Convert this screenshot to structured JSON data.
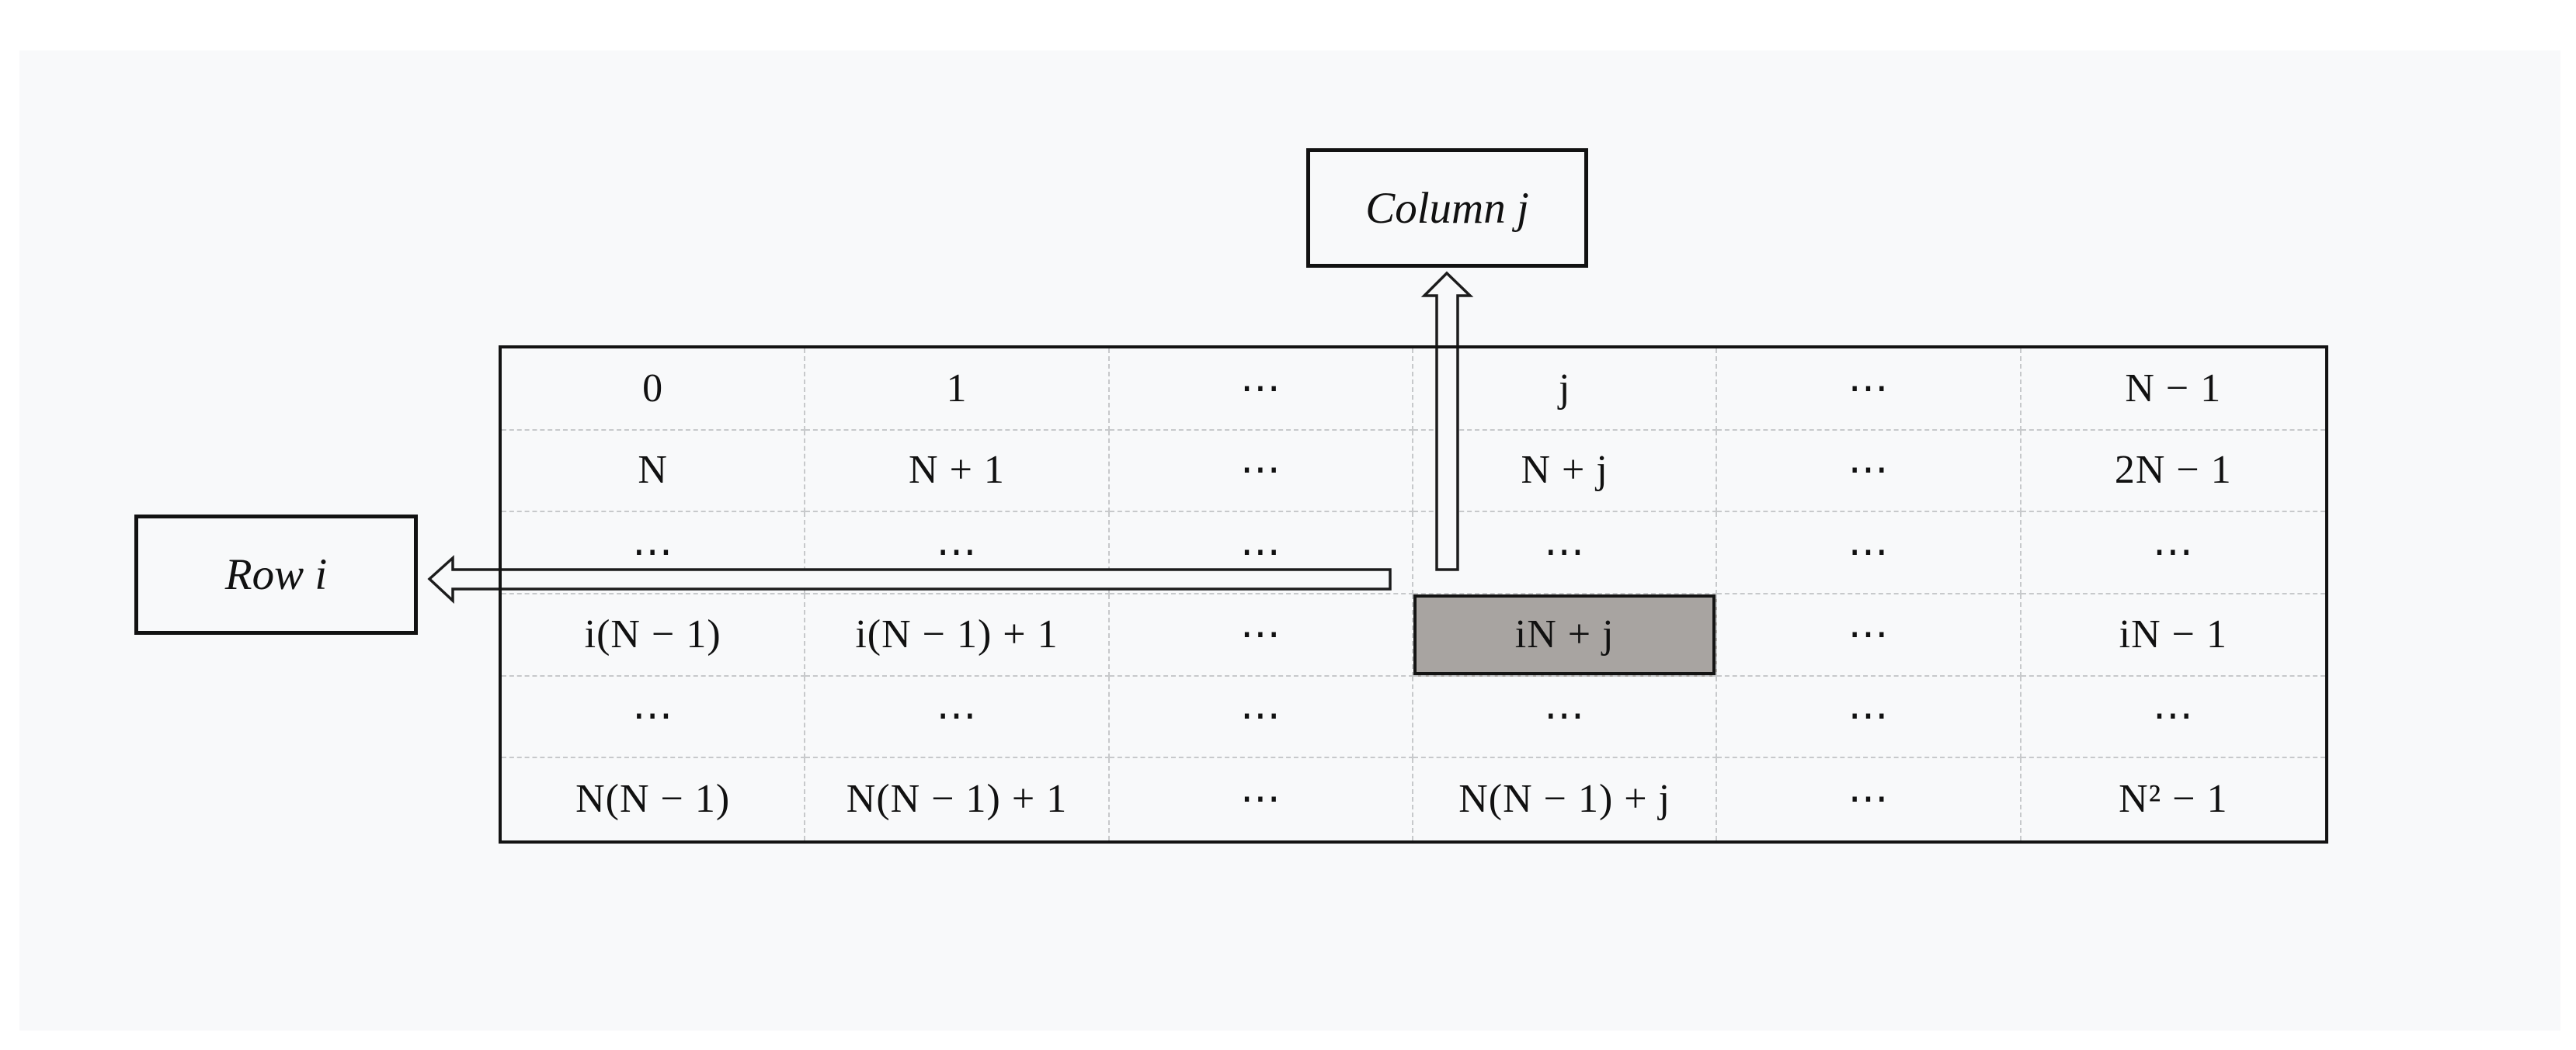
{
  "figure": {
    "column_label": "Column j",
    "row_label": "Row i",
    "highlight": {
      "row_index": 3,
      "col_index": 3
    },
    "colors": {
      "panel_bg": "#f8f9fa",
      "table_border": "#131313",
      "grid_line": "#c7c9cb",
      "highlight_fill": "#a8a4a1",
      "text": "#111111"
    }
  },
  "table": {
    "rows": [
      {
        "cells": [
          "0",
          "1",
          "⋯",
          "j",
          "⋯",
          "N − 1"
        ]
      },
      {
        "cells": [
          "N",
          "N + 1",
          "⋯",
          "N + j",
          "⋯",
          "2N − 1"
        ]
      },
      {
        "cells": [
          "⋯",
          "⋯",
          "⋯",
          "⋯",
          "⋯",
          "⋯"
        ]
      },
      {
        "cells": [
          "i(N − 1)",
          "i(N − 1) + 1",
          "⋯",
          "iN + j",
          "⋯",
          "iN − 1"
        ]
      },
      {
        "cells": [
          "⋯",
          "⋯",
          "⋯",
          "⋯",
          "⋯",
          "⋯"
        ]
      },
      {
        "cells": [
          "N(N − 1)",
          "N(N − 1) + 1",
          "⋯",
          "N(N − 1) + j",
          "⋯",
          "N² − 1"
        ]
      }
    ]
  }
}
